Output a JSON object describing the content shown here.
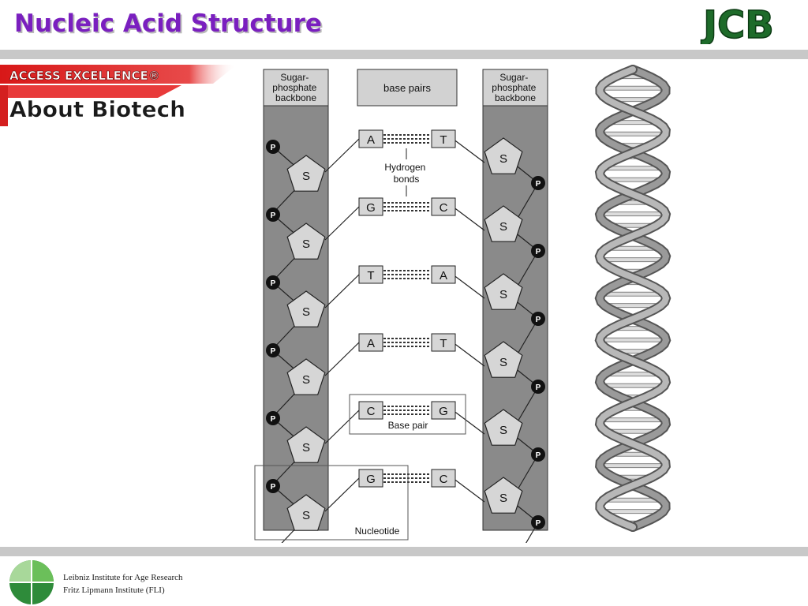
{
  "slide": {
    "title": "Nucleic Acid Structure"
  },
  "logo": {
    "text": "JCB",
    "icon": "jcb-logo",
    "color": "#2e7d32"
  },
  "banner": {
    "line1": "ACCESS EXCELLENCE®",
    "line2": "About Biotech",
    "color": "#e02020"
  },
  "diagram": {
    "backbone_left": "Sugar-\nphosphate\nbackbone",
    "backbone_right": "Sugar-\nphosphate\nbackbone",
    "base_pairs_header": "base pairs",
    "hydrogen_bonds_label": "Hydrogen\nbonds",
    "base_pair_label": "Base pair",
    "nucleotide_label": "Nucleotide",
    "sugar_symbol": "S",
    "phosphate_symbol": "P",
    "pairs": [
      {
        "left": "A",
        "right": "T"
      },
      {
        "left": "G",
        "right": "C"
      },
      {
        "left": "T",
        "right": "A"
      },
      {
        "left": "A",
        "right": "T"
      },
      {
        "left": "C",
        "right": "G"
      },
      {
        "left": "G",
        "right": "C"
      }
    ]
  },
  "footer": {
    "line1": "Leibniz Institute for Age Research",
    "line2": "Fritz Lipmann Institute (FLI)",
    "logo_color": "#2e8b3a"
  }
}
